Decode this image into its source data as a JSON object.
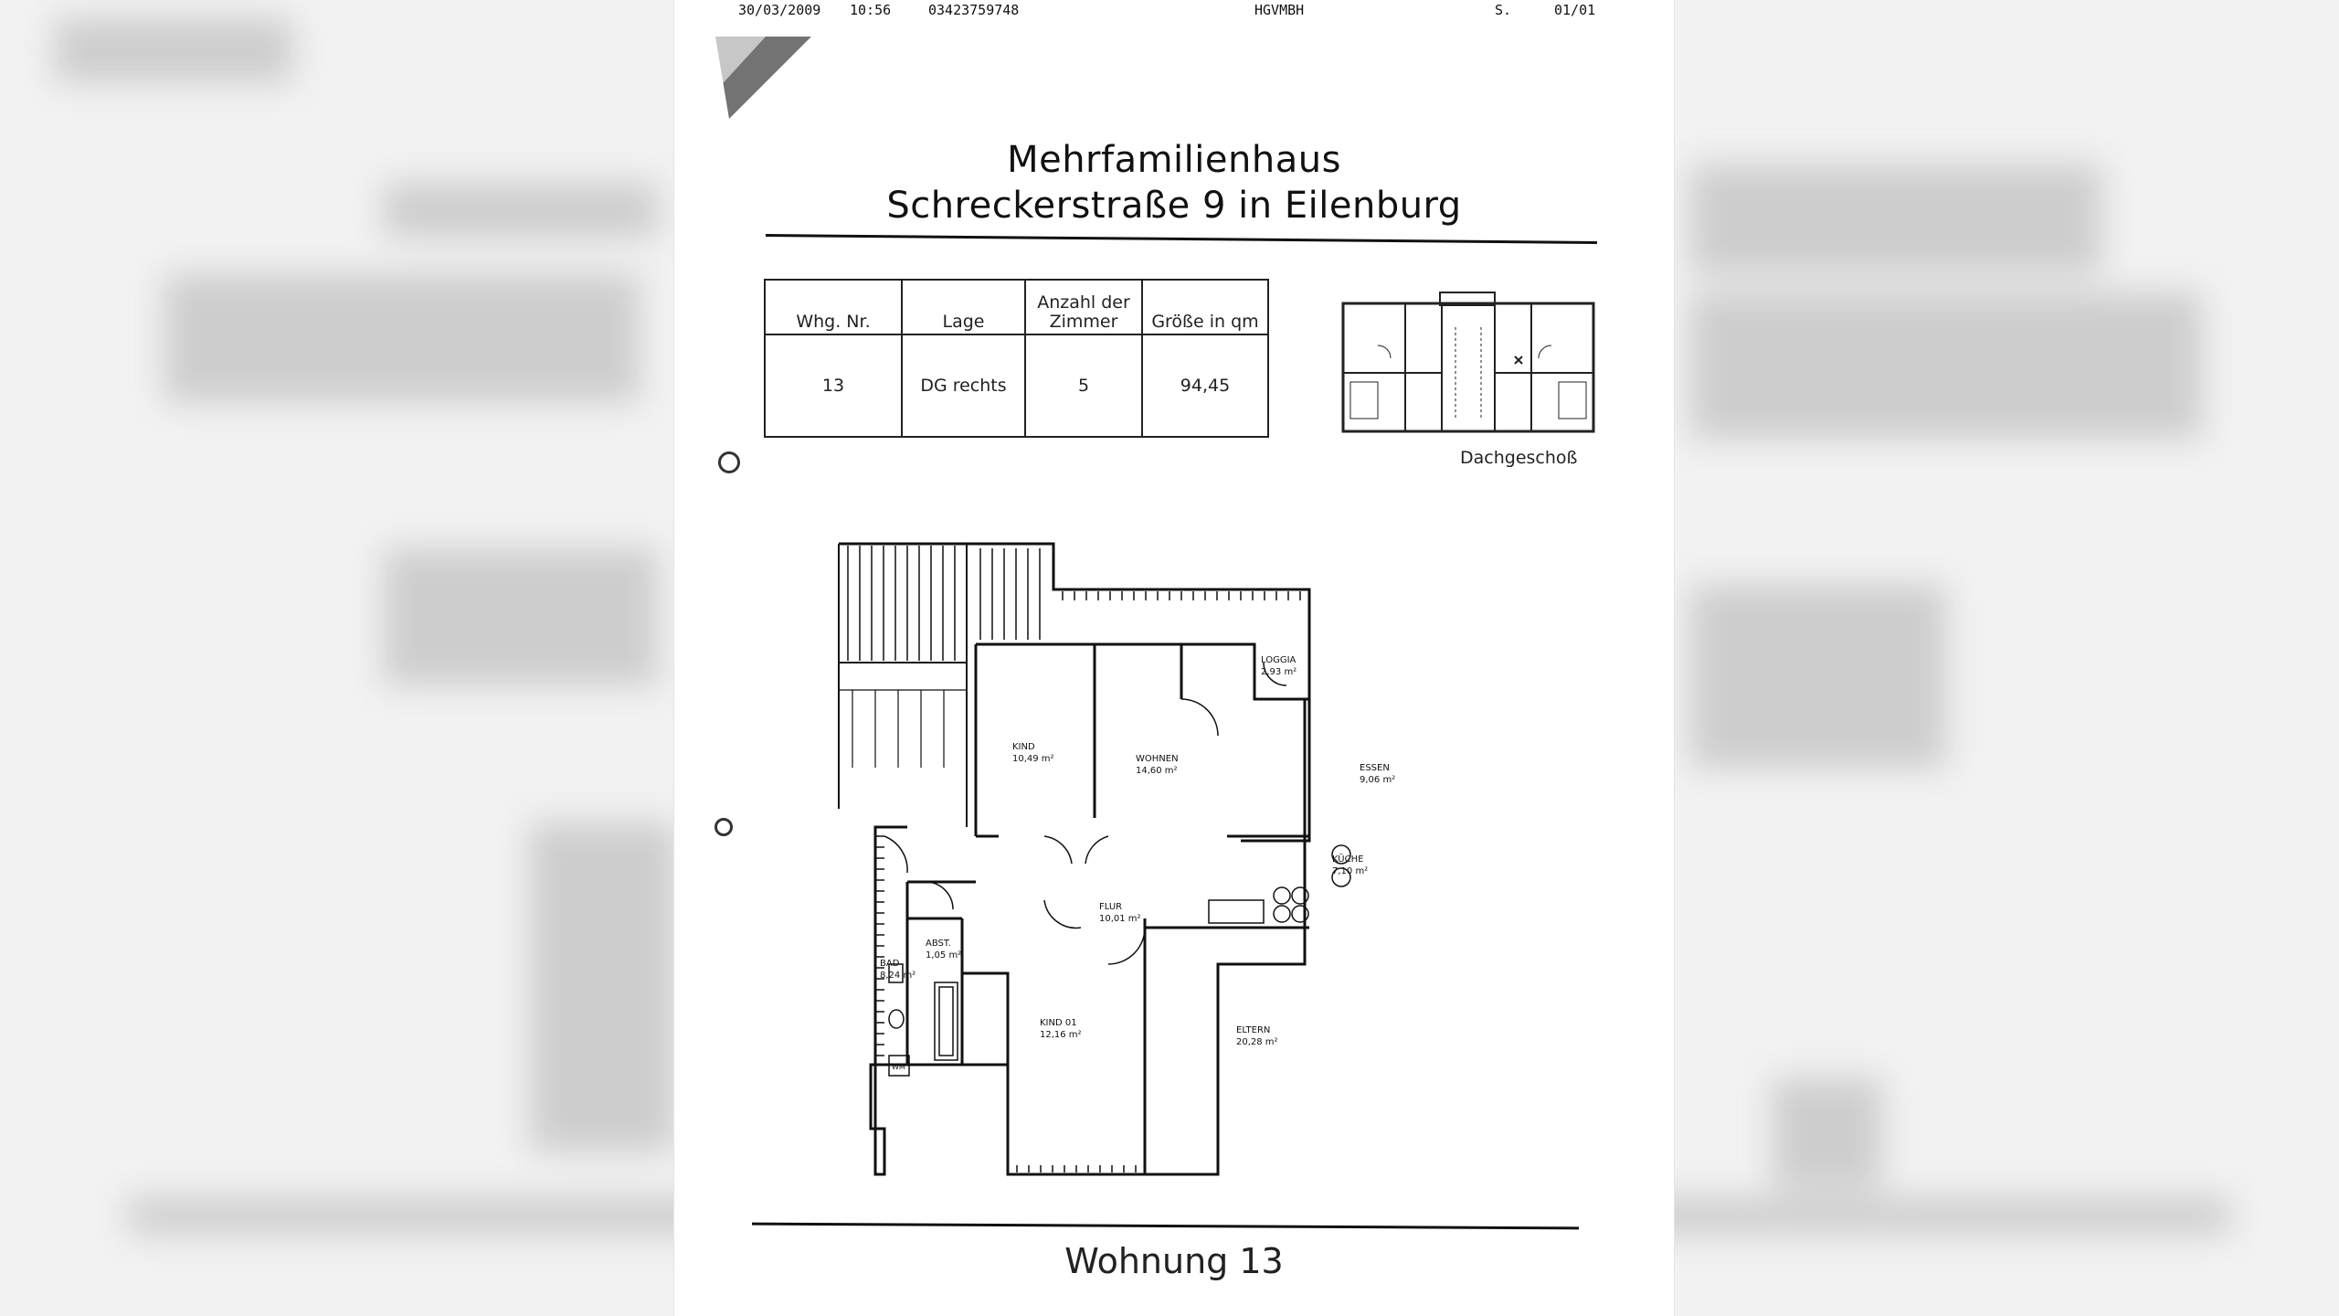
{
  "fax_header": {
    "date": "30/03/2009",
    "time": "10:56",
    "number": "03423759748",
    "sender": "HGVMBH",
    "page_label": "S.",
    "page": "01/01"
  },
  "document": {
    "title_line1": "Mehrfamilienhaus",
    "title_line2": "Schreckerstraße 9 in Eilenburg",
    "table": {
      "headers": [
        "Whg. Nr.",
        "Lage",
        "Anzahl der Zimmer",
        "Größe in qm"
      ],
      "row": [
        "13",
        "DG rechts",
        "5",
        "94,45"
      ]
    },
    "floor_label": "Dachgeschoß",
    "footer": "Wohnung 13"
  },
  "floorplan": {
    "rooms": [
      {
        "name": "KIND",
        "area": "10,49 m²"
      },
      {
        "name": "WOHNEN",
        "area": "14,60 m²"
      },
      {
        "name": "LOGGIA",
        "area": "2,93 m²"
      },
      {
        "name": "ESSEN",
        "area": "9,06 m²"
      },
      {
        "name": "KÜCHE",
        "area": "7,10 m²"
      },
      {
        "name": "FLUR",
        "area": "10,01 m²"
      },
      {
        "name": "ABST.",
        "area": "1,05 m²"
      },
      {
        "name": "BAD",
        "area": "8,24 m²"
      },
      {
        "name": "KIND 01",
        "area": "12,16 m²"
      },
      {
        "name": "ELTERN",
        "area": "20,28 m²"
      }
    ],
    "appliance_label": "WM"
  },
  "colors": {
    "ink": "#111111",
    "paper": "#ffffff",
    "background": "#f2f2f2"
  }
}
